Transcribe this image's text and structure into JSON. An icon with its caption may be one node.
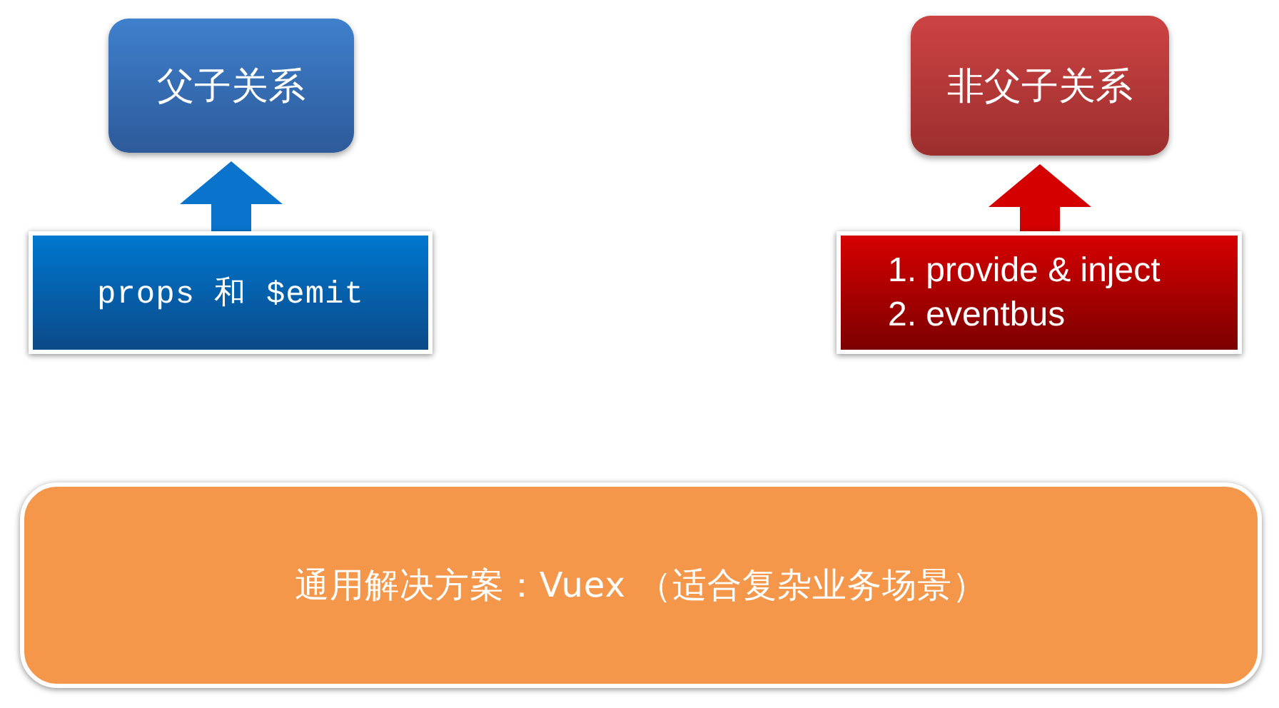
{
  "diagram": {
    "nodes": [
      {
        "text": [
          "父子关系"
        ]
      },
      {
        "text": [
          "非父子关系"
        ]
      },
      {
        "text": [
          "props 和 $emit"
        ]
      },
      {
        "text": [
          "1. provide & inject",
          "2. eventbus"
        ]
      },
      {
        "text": [
          "通用解决方案：Vuex （适合复杂业务场景）"
        ]
      }
    ],
    "edges": [
      {
        "from": 2,
        "to": 0,
        "arrow": "to",
        "color": "#0a74cc"
      },
      {
        "from": 3,
        "to": 1,
        "arrow": "to",
        "color": "#d40000"
      }
    ]
  }
}
